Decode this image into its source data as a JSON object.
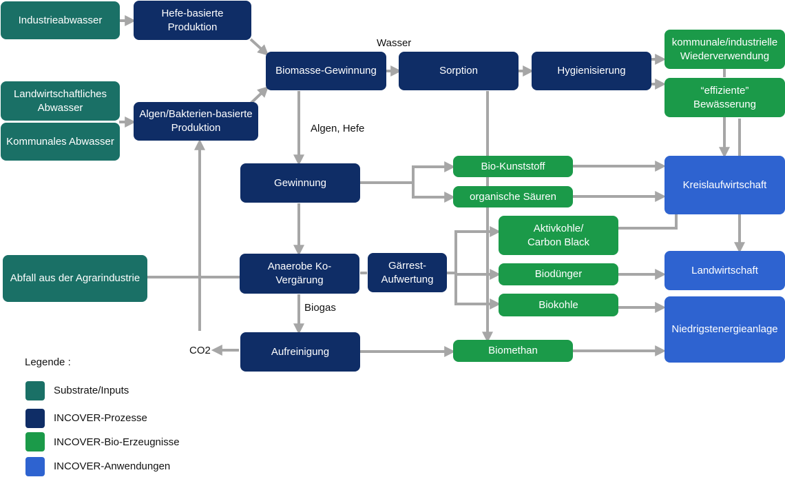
{
  "colors": {
    "substrate": "#1a7066",
    "process": "#0f2d66",
    "product": "#1b9a49",
    "application": "#2e63d0",
    "arrow": "#a6a6a6"
  },
  "inputs": {
    "industrieabwasser": "Industrieabwasser",
    "landwirtschaftliches_abwasser": "Landwirtschaftliches Abwasser",
    "kommunales_abwasser": "Kommunales Abwasser",
    "abfall_agrarindustrie": "Abfall aus der Agrarindustrie"
  },
  "processes": {
    "hefe_produktion": "Hefe-basierte Produktion",
    "algen_produktion": "Algen/Bakterien-basierte Produktion",
    "biomasse_gewinnung": "Biomasse-Gewinnung",
    "sorption": "Sorption",
    "hygienisierung": "Hygienisierung",
    "gewinnung": "Gewinnung",
    "anaerobe_vergaerung": "Anaerobe Ko-Vergärung",
    "gaerrest_aufwertung": "Gärrest-Aufwertung",
    "aufreinigung": "Aufreinigung"
  },
  "products": {
    "wiederverwendung": "kommunale/industrielle Wiederverwendung",
    "bewaesserung": "“effiziente” Bewässerung",
    "bio_kunststoff": "Bio-Kunststoff",
    "organische_saeuren": "organische Säuren",
    "aktivkohle": "Aktivkohle/ Carbon Black",
    "biodunger": "Biodünger",
    "biokohle": "Biokohle",
    "biomethan": "Biomethan"
  },
  "applications": {
    "kreislaufwirtschaft": "Kreislaufwirtschaft",
    "landwirtschaft": "Landwirtschaft",
    "niedrigstenergieanlage": "Niedrigstenergieanlage"
  },
  "labels": {
    "wasser": "Wasser",
    "algen_hefe": "Algen, Hefe",
    "biogas": "Biogas",
    "co2": "CO2"
  },
  "legend": {
    "title": "Legende :",
    "items": [
      {
        "label": "Substrate/Inputs",
        "color": "#1a7066"
      },
      {
        "label": "INCOVER-Prozesse",
        "color": "#0f2d66"
      },
      {
        "label": "INCOVER-Bio-Erzeugnisse",
        "color": "#1b9a49"
      },
      {
        "label": "INCOVER-Anwendungen",
        "color": "#2e63d0"
      }
    ]
  }
}
